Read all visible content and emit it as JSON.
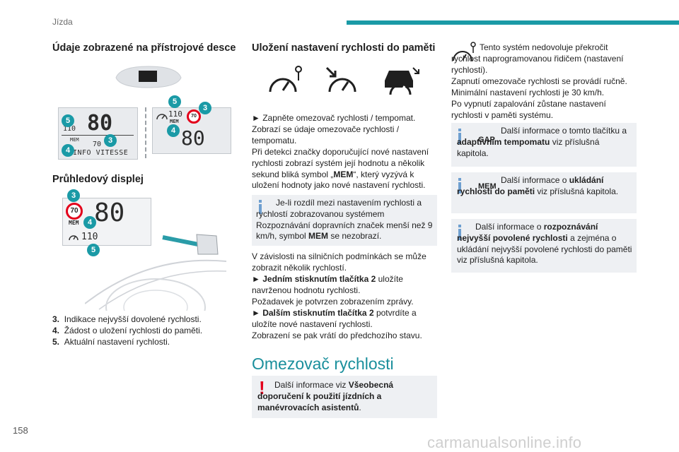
{
  "header": {
    "section": "Jízda",
    "accent_color": "#1a9aa6"
  },
  "footer": {
    "page_number": "158",
    "watermark": "carmanualsonline.info"
  },
  "col1": {
    "heading1": "Údaje zobrazené na přístrojové desce",
    "heading2": "Průhledový displej",
    "fig1_left": {
      "speed": "80",
      "small_speed": "110",
      "limit": "70",
      "mem": "MEM",
      "info": "INFO VITESSE"
    },
    "fig1_right": {
      "small_speed": "110",
      "mem": "MEM",
      "sign": "70",
      "speed": "80"
    },
    "fig2": {
      "sign": "70",
      "speed": "80",
      "mem": "MEM",
      "small_speed": "110"
    },
    "badges": {
      "b3": "3",
      "b4": "4",
      "b5": "5"
    },
    "legend": [
      {
        "num": "3.",
        "text": "Indikace nejvyšší dovolené rychlosti."
      },
      {
        "num": "4.",
        "text": "Žádost o uložení rychlosti do paměti."
      },
      {
        "num": "5.",
        "text": "Aktuální nastavení rychlosti."
      }
    ]
  },
  "col2": {
    "heading": "Uložení nastavení rychlosti do paměti",
    "p1": "► Zapněte omezovač rychlosti / tempomat.",
    "p2": "Zobrazí se údaje omezovače rychlosti / tempomatu.",
    "p3a": "Při detekci značky doporučující nové nastavení rychlosti zobrazí systém její hodnotu a několik sekund bliká symbol „",
    "p3b": "MEM",
    "p3c": "“, který vyzývá k uložení hodnoty jako nové nastavení rychlosti.",
    "info1a": "Je-li rozdíl mezi nastavením rychlosti a rychlostí zobrazovanou systémem Rozpoznávání dopravních značek menší než 9 km/h, symbol ",
    "info1b": "MEM",
    "info1c": " se nezobrazí.",
    "p4": "V závislosti na silničních podmínkách se může zobrazit několik rychlostí.",
    "p5a": "► ",
    "p5b": "Jedním stisknutím tlačítka 2",
    "p5c": " uložíte navrženou hodnotu rychlosti.",
    "p6": "Požadavek je potvrzen zobrazením zprávy.",
    "p7a": "► ",
    "p7b": "Dalším stisknutím tlačítka 2",
    "p7c": " potvrdíte a uložíte nové nastavení rychlosti.",
    "p8": "Zobrazení se pak vrátí do předchozího stavu.",
    "big_title": "Omezovač rychlosti",
    "warn_a": "Další informace viz ",
    "warn_b": "Všeobecná doporučení k použití jízdních a manévrovacích asistentů",
    "warn_c": "."
  },
  "col3": {
    "p1": "Tento systém nedovoluje překročit rychlost naprogramovanou řidičem (nastavení rychlosti).",
    "p2": "Zapnutí omezovače rychlosti se provádí ručně.",
    "p3": "Minimální nastavení rychlosti je 30 km/h.",
    "p4": "Po vypnutí zapalování zůstane nastavení rychlosti v paměti systému.",
    "box1_tag": "GAP",
    "box1a": "Další informace o tomto tlačítku a ",
    "box1b": "adaptivním tempomatu",
    "box1c": " viz příslušná kapitola.",
    "box2_tag": "MEM",
    "box2a": "Další informace o ",
    "box2b": "ukládání rychlostí do paměti",
    "box2c": " viz příslušná kapitola.",
    "box3a": "Další informace o ",
    "box3b": "rozpoznávání nejvyšší povolené rychlosti",
    "box3c": " a zejména o ukládání nejvyšší povolené rychlosti do paměti viz příslušná kapitola."
  }
}
